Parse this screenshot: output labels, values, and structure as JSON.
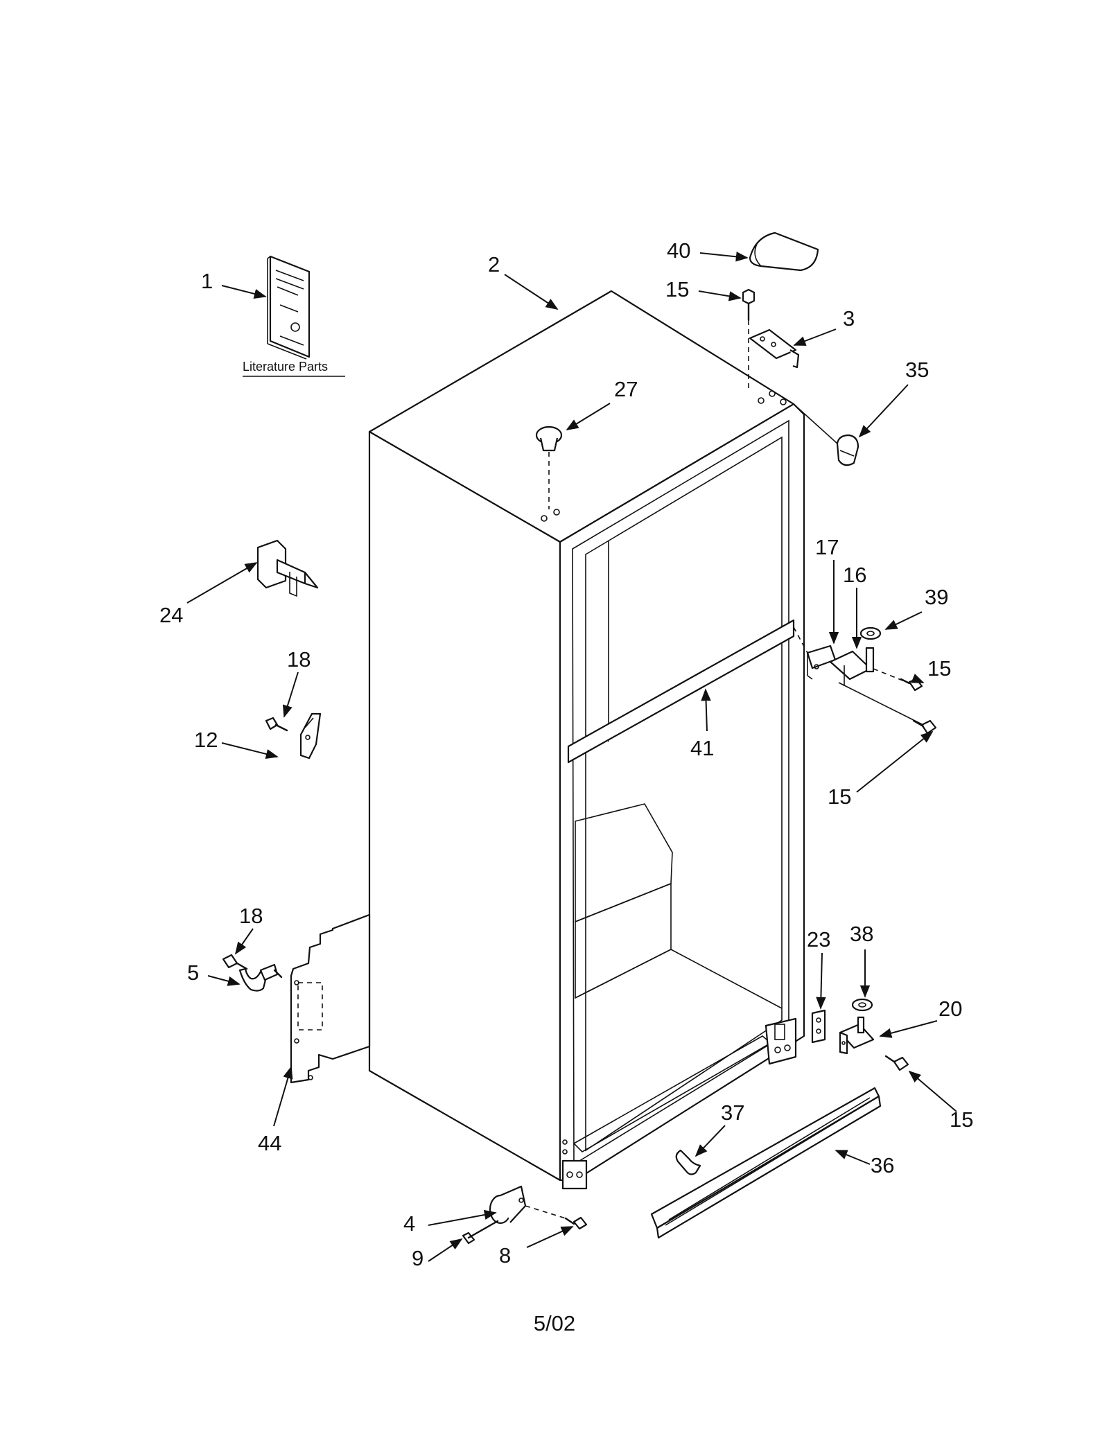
{
  "diagram": {
    "literature_caption": "Literature Parts",
    "date_code": "5/02",
    "callouts": {
      "c1": "1",
      "c2": "2",
      "c3": "3",
      "c4": "4",
      "c5": "5",
      "c8": "8",
      "c9": "9",
      "c12": "12",
      "c15a": "15",
      "c15b": "15",
      "c15c": "15",
      "c15d": "15",
      "c16": "16",
      "c17": "17",
      "c18a": "18",
      "c18b": "18",
      "c20": "20",
      "c23": "23",
      "c24": "24",
      "c27": "27",
      "c35": "35",
      "c36": "36",
      "c37": "37",
      "c38": "38",
      "c39": "39",
      "c40": "40",
      "c41": "41",
      "c44": "44"
    }
  }
}
